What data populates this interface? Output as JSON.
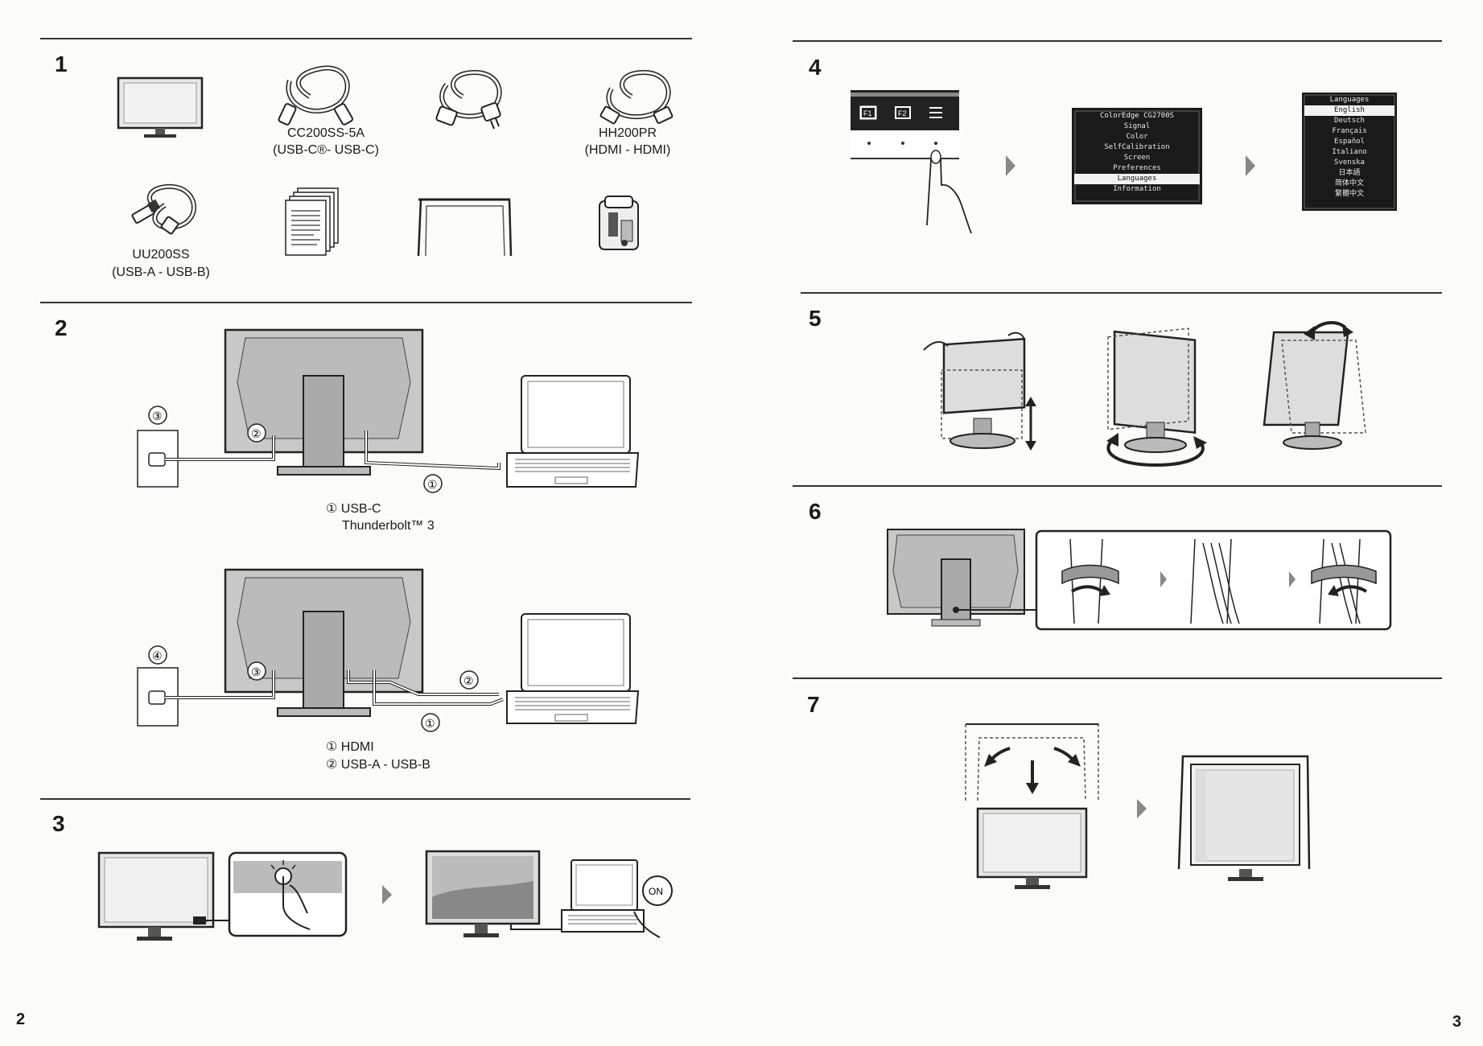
{
  "steps": {
    "s1": {
      "number": "1",
      "cable_c": {
        "model": "CC200SS-5A",
        "desc": "(USB-C®- USB-C)"
      },
      "cable_hdmi": {
        "model": "HH200PR",
        "desc": "(HDMI - HDMI)"
      },
      "cable_usb": {
        "model": "UU200SS",
        "desc": "(USB-A - USB-B)"
      }
    },
    "s2": {
      "number": "2",
      "diagA": {
        "c1": "①",
        "c2": "②",
        "c3": "③",
        "label1": "① USB-C",
        "label2": "Thunderbolt™ 3"
      },
      "diagB": {
        "c1": "①",
        "c2": "②",
        "c3": "③",
        "c4": "④",
        "label1": "① HDMI",
        "label2": "② USB-A - USB-B"
      }
    },
    "s3": {
      "number": "3",
      "on_label": "ON"
    },
    "s4": {
      "number": "4",
      "buttons": [
        "F1",
        "F2"
      ],
      "main_menu": {
        "title": "ColorEdge CG2700S",
        "items": [
          "Signal",
          "Color",
          "SelfCalibration",
          "Screen",
          "Preferences",
          "Languages",
          "Information"
        ],
        "selected": "Languages"
      },
      "lang_menu": {
        "title": "Languages",
        "items": [
          "English",
          "Deutsch",
          "Français",
          "Español",
          "Italiano",
          "Svenska",
          "日本語",
          "简体中文",
          "繁體中文"
        ],
        "selected": "English"
      }
    },
    "s5": {
      "number": "5"
    },
    "s6": {
      "number": "6"
    },
    "s7": {
      "number": "7"
    }
  },
  "pages": {
    "left": "2",
    "right": "3"
  }
}
